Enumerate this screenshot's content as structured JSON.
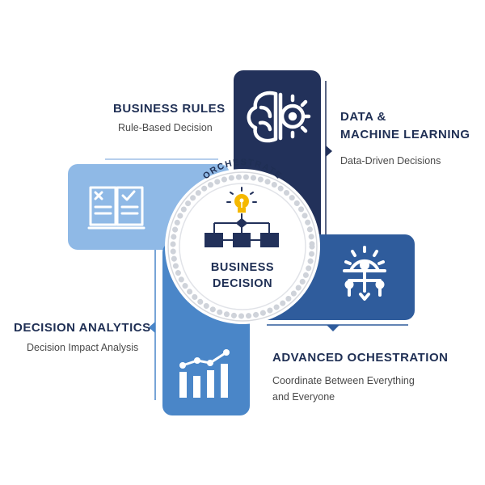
{
  "center": {
    "arc_label": "ORCHESTRATE",
    "title_line1": "BUSINESS",
    "title_line2": "DECISION"
  },
  "segments": {
    "business_rules": {
      "title": "BUSINESS RULES",
      "subtitle": "Rule-Based Decision",
      "icon": "rulebook-icon"
    },
    "data_ml": {
      "title_line1": "DATA &",
      "title_line2": "MACHINE LEARNING",
      "subtitle": "Data-Driven Decisions",
      "icon": "brain-gear-icon"
    },
    "orchestration": {
      "title": "ADVANCED OCHESTRATION",
      "subtitle_line1": "Coordinate Between Everything",
      "subtitle_line2": "and Everyone",
      "icon": "gear-flow-icon"
    },
    "analytics": {
      "title": "DECISION ANALYTICS",
      "subtitle": "Decision Impact Analysis",
      "icon": "bar-chart-icon"
    }
  },
  "colors": {
    "dark_navy": "#22315a",
    "mid_blue": "#2f5c9c",
    "steel_blue": "#4a86c8",
    "light_blue": "#8fb9e6",
    "accent_yellow": "#f5b800",
    "text_dark": "#1f2f54"
  }
}
